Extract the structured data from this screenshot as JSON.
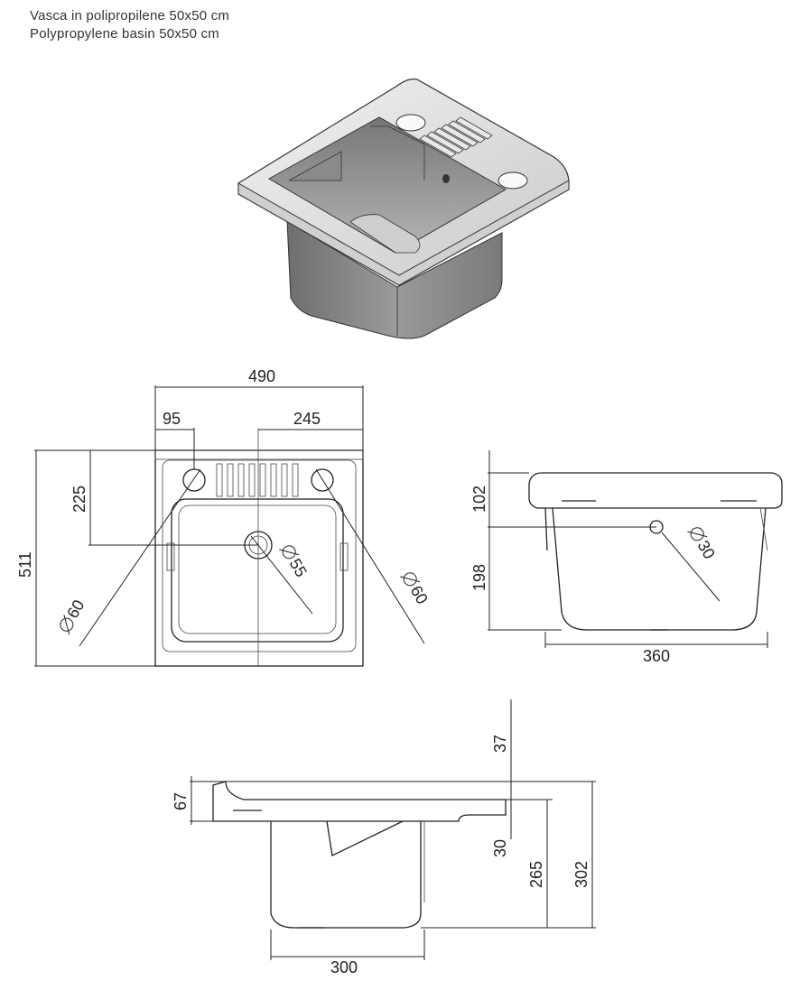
{
  "title_it": "Vasca in polipropilene 50x50 cm",
  "title_en": "Polypropylene basin 50x50 cm",
  "top_view": {
    "width": "490",
    "offset_left": "95",
    "offset_center": "245",
    "depth": "511",
    "hole_position": "225",
    "drain_diameter": "55",
    "left_hole_diameter": "60",
    "right_hole_diameter": "60"
  },
  "side_view": {
    "top_rim": "102",
    "lower_height": "198",
    "hole_diameter": "30",
    "bottom_width": "360"
  },
  "front_view": {
    "rim_height": "67",
    "overhang": "37",
    "step": "30",
    "inner_height": "265",
    "total_height": "302",
    "bottom_width": "300"
  }
}
